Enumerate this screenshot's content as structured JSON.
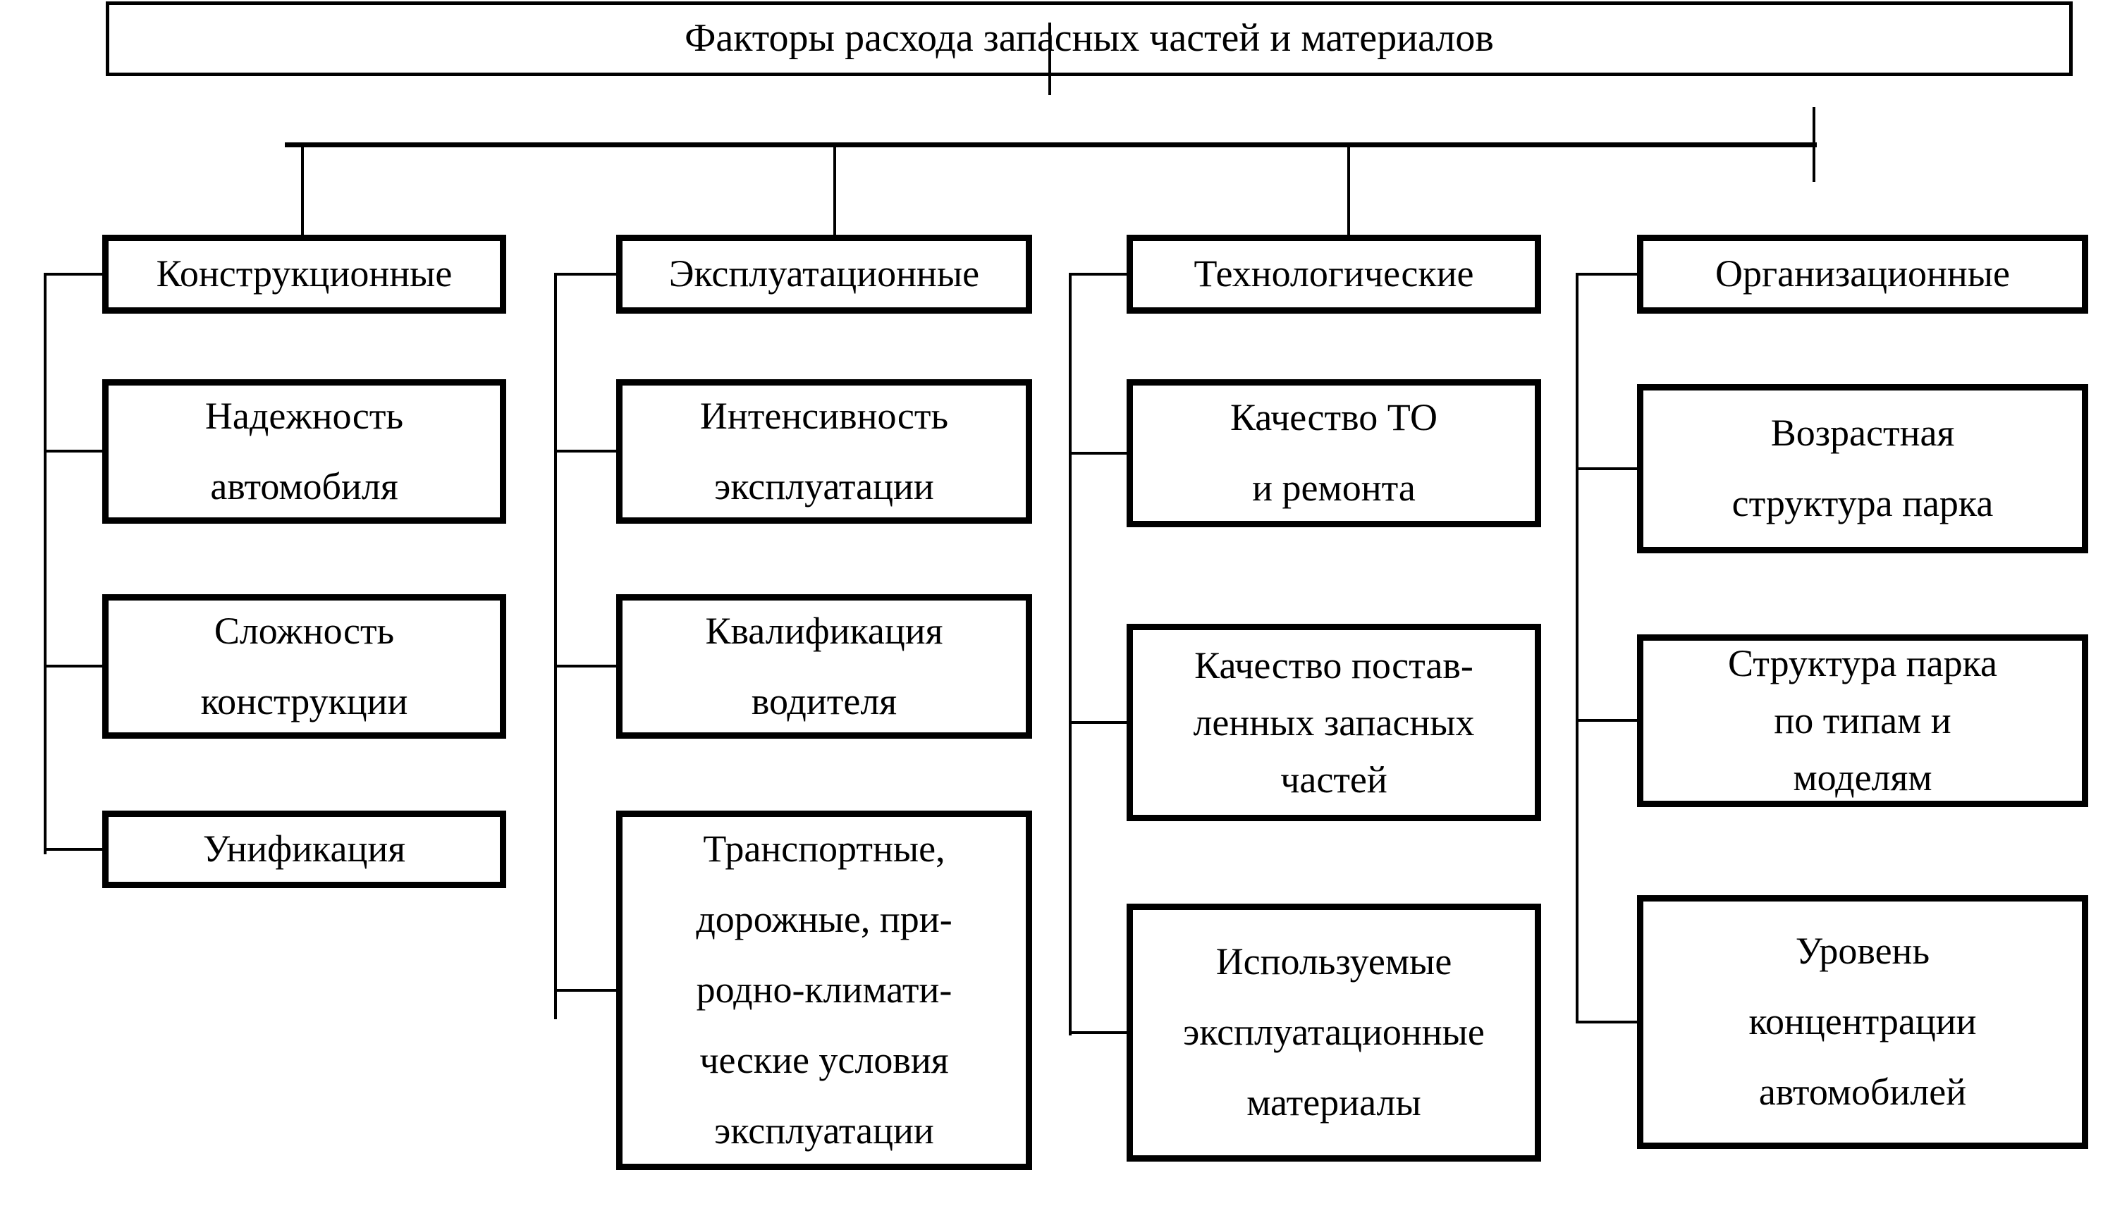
{
  "diagram": {
    "title": "Факторы расхода запасных частей и материалов",
    "columns": [
      {
        "header": "Конструкционные",
        "children": [
          "Надежность\nавтомобиля",
          "Сложность\nконструкции",
          "Унификация"
        ]
      },
      {
        "header": "Эксплуатационные",
        "children": [
          "Интенсивность\nэксплуатации",
          "Квалификация\nводителя",
          "Транспортные,\nдорожные, при-\nродно-климати-\nческие условия\nэксплуатации"
        ]
      },
      {
        "header": "Технологические",
        "children": [
          "Качество ТО\nи ремонта",
          "Качество постав-\nленных запасных\nчастей",
          "Используемые\nэксплуатационные\nматериалы"
        ]
      },
      {
        "header": "Организационные",
        "children": [
          "Возрастная\nструктура парка",
          "Структура парка\nпо типам и\nмоделям",
          "Уровень\nконцентрации\nавтомобилей"
        ]
      }
    ]
  },
  "colors": {
    "line": "#000000",
    "text": "#000000",
    "background": "#ffffff"
  }
}
